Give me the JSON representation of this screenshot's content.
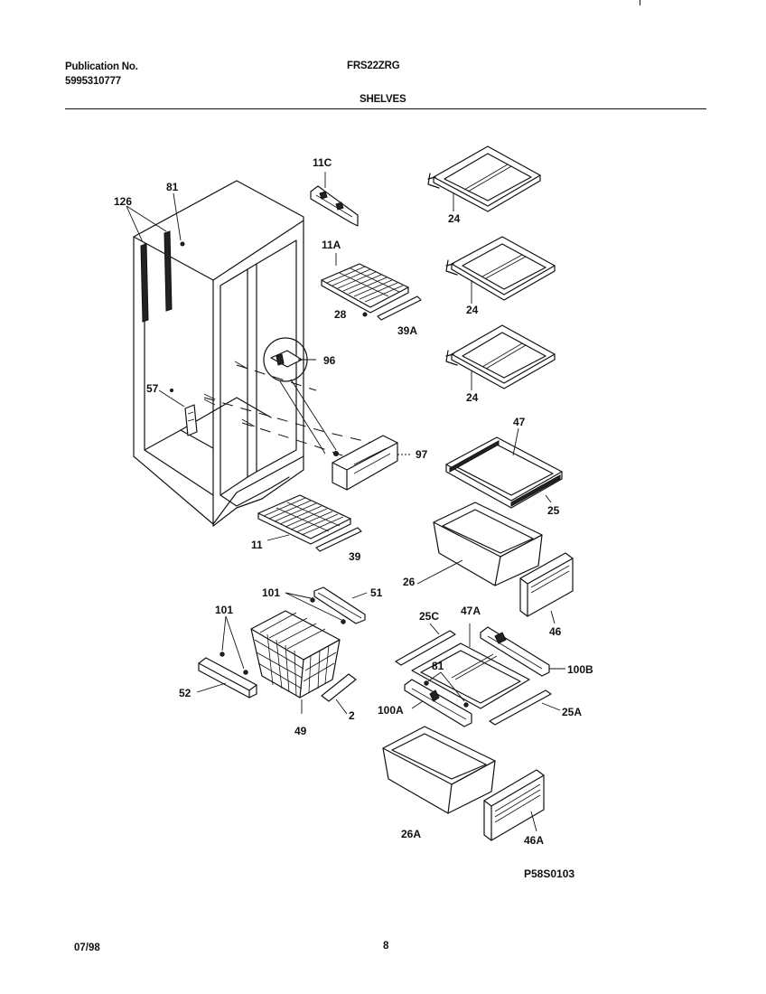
{
  "header": {
    "publication_label": "Publication No.",
    "publication_number": "5995310777",
    "model": "FRS22ZRG",
    "section_title": "SHELVES"
  },
  "diagram": {
    "parts": {
      "p126": "126",
      "p81_top": "81",
      "p11C": "11C",
      "p11A": "11A",
      "p28": "28",
      "p39A": "39A",
      "p96": "96",
      "p57": "57",
      "p97": "97",
      "p11": "11",
      "p39": "39",
      "p24_a": "24",
      "p24_b": "24",
      "p24_c": "24",
      "p47": "47",
      "p25": "25",
      "p26": "26",
      "p46": "46",
      "p101_left": "101",
      "p101_top": "101",
      "p51": "51",
      "p52": "52",
      "p49": "49",
      "p2": "2",
      "p25C": "25C",
      "p47A": "47A",
      "p100B": "100B",
      "p81_bottom": "81",
      "p100A": "100A",
      "p25A": "25A",
      "p26A": "26A",
      "p46A": "46A"
    },
    "drawing_id": "P58S0103"
  },
  "footer": {
    "date": "07/98",
    "page": "8"
  }
}
